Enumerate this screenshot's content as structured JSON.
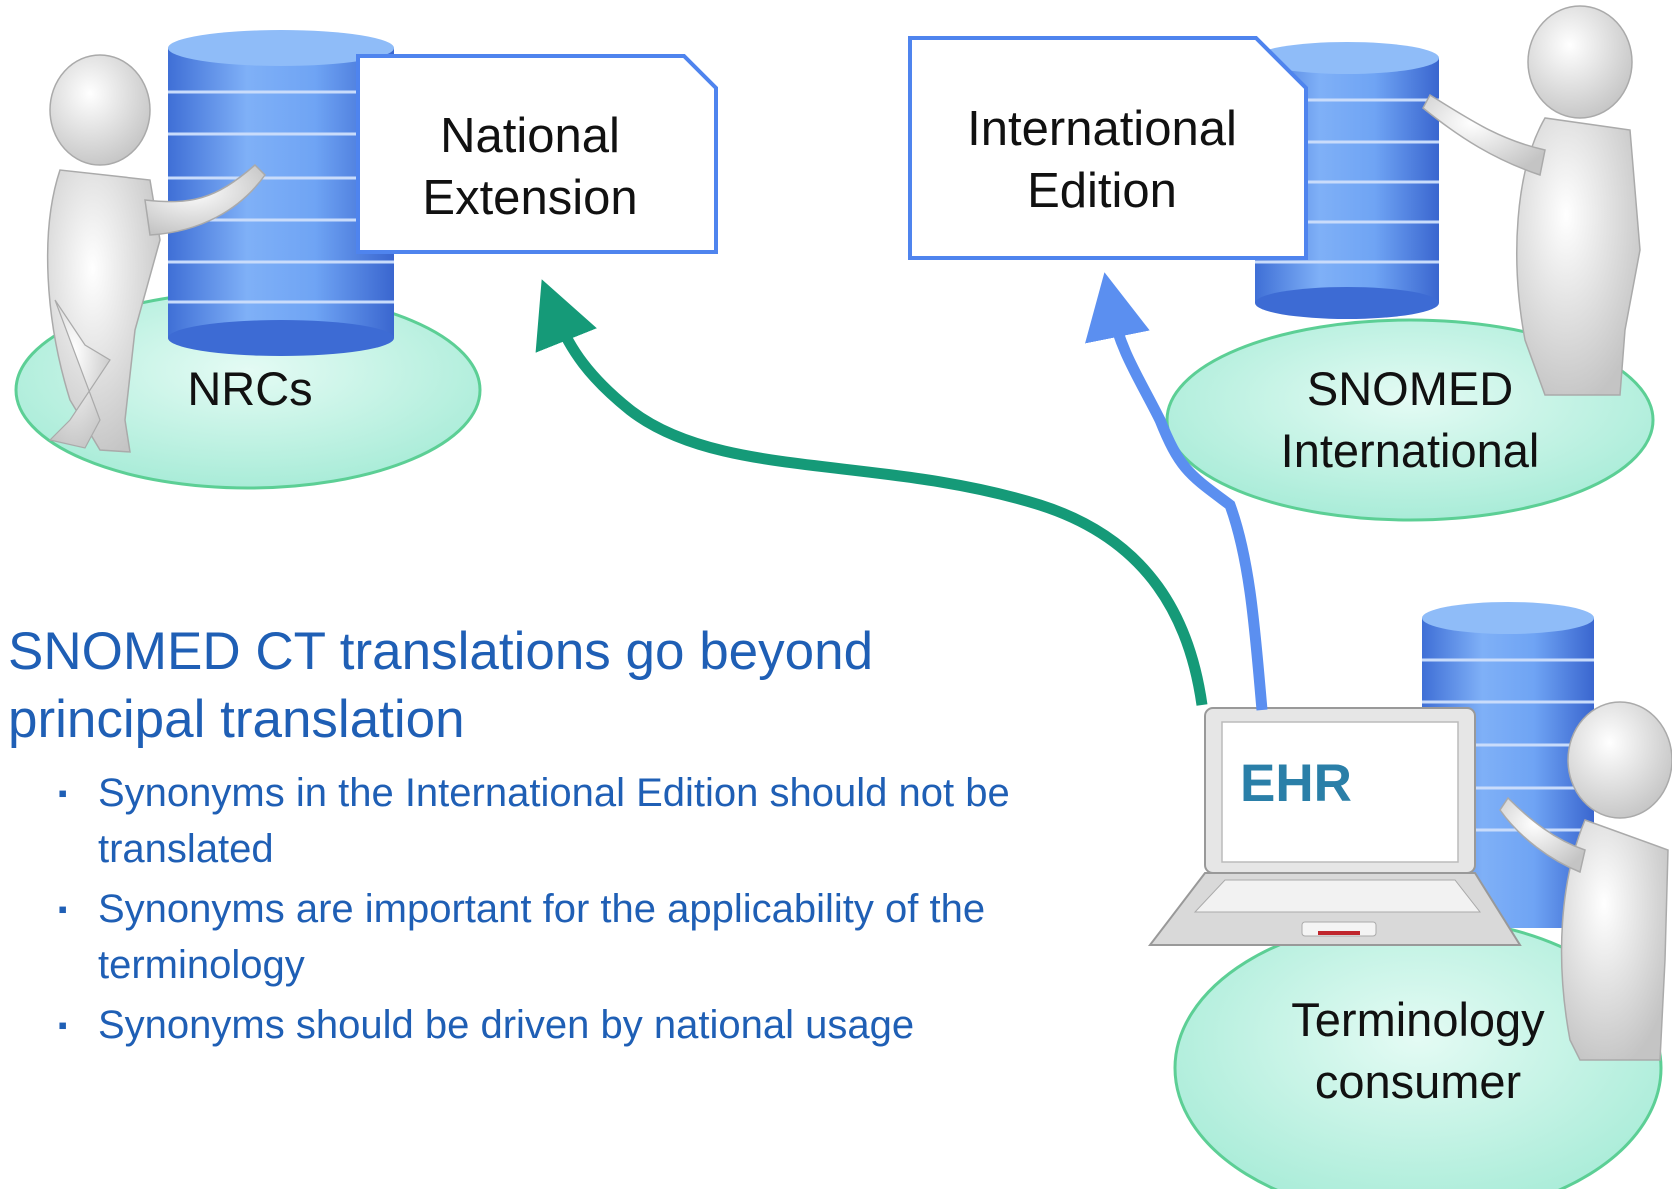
{
  "nodes": {
    "nrcs": "NRCs",
    "snomed_international": [
      "SNOMED",
      "International"
    ],
    "terminology_consumer": [
      "Terminology",
      "consumer"
    ],
    "ehr": "EHR"
  },
  "documents": {
    "national_extension": [
      "National",
      "Extension"
    ],
    "international_edition": [
      "International",
      "Edition"
    ]
  },
  "text": {
    "headline": [
      "SNOMED CT translations go beyond",
      "principal translation"
    ],
    "bullet_marker": "▪",
    "bullets": [
      "Synonyms in the International Edition should not be translated",
      "Synonyms are important for the applicability of the terminology",
      "Synonyms should be driven by national usage"
    ]
  },
  "colors": {
    "arrow_to_national": "#159a78",
    "arrow_to_international": "#5b8ff0",
    "document_border": "#4f84ee",
    "text_blue": "#1f5fb5",
    "ehr_text": "#2a7fa8"
  }
}
